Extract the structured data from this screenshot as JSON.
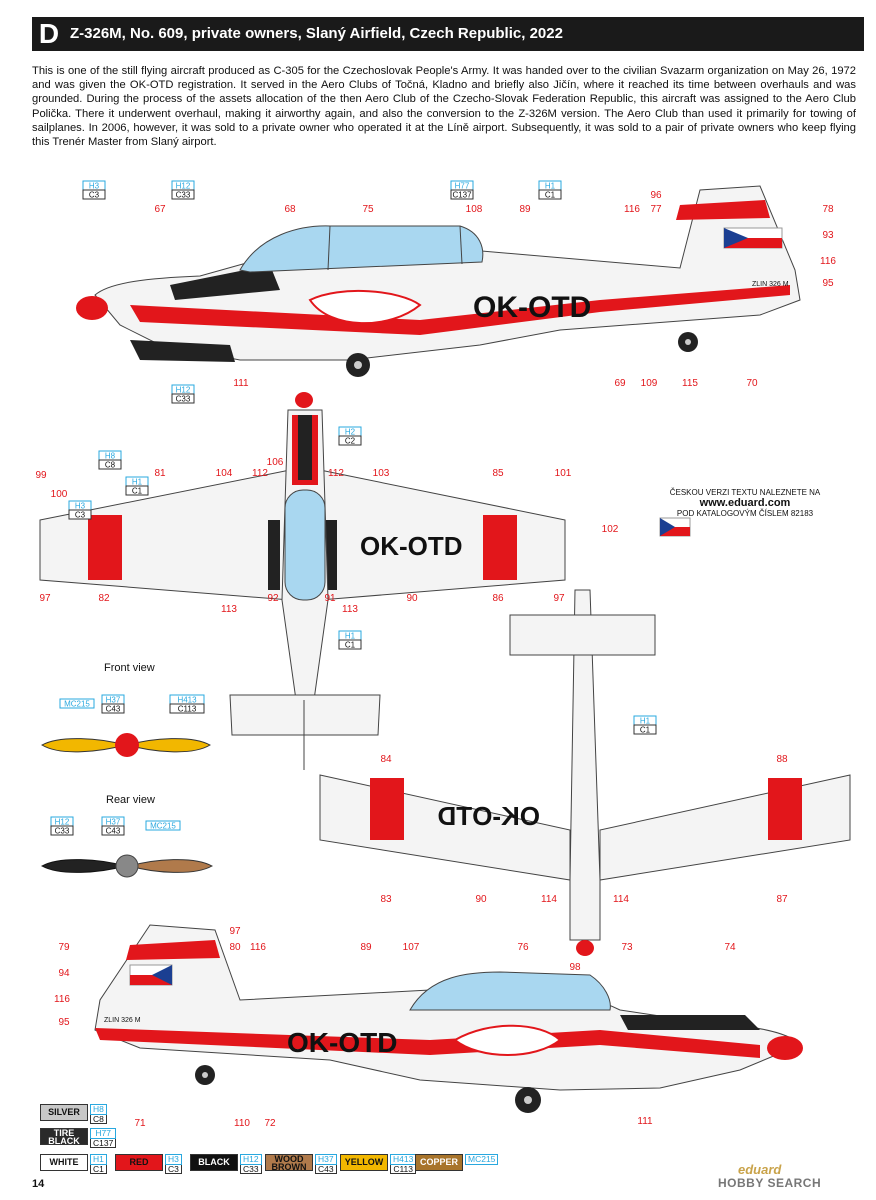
{
  "header": {
    "letter": "D",
    "title": "Z-326M, No. 609, private owners, Slaný Airfield, Czech Republic, 2022"
  },
  "description": "This is one of the still flying aircraft produced as C-305 for the Czechoslovak People's Army. It was handed over to the civilian Svazarm organization on May 26, 1972 and was given the OK-OTD registration. It served in the Aero Clubs of Točná, Kladno and briefly also Jičín, where it reached its time between overhauls and was grounded. During the process of the assets allocation of the then Aero Club of the Czecho-Slovak Federation Republic, this aircraft was assigned to the Aero Club Polička. There it underwent overhaul, making it airworthy again, and also the conversion to the Z-326M version. The Aero Club than used it primarily for towing of sailplanes. In 2006, however, it was sold to a private owner who operated it at the Líně airport. Subsequently, it was sold to a pair of private owners who keep flying this Trenér Master from Slaný airport.",
  "registration": "OK-OTD",
  "registration_mirror": "OK-OTD",
  "tail_text": "ZLIN 326 M",
  "czech_note": {
    "line1": "ČESKOU VERZI TEXTU NALEZNETE NA",
    "url": "www.eduard.com",
    "line2": "POD KATALOGOVÝM ČÍSLEM 82183"
  },
  "views": {
    "front": "Front view",
    "rear": "Rear view"
  },
  "paint_codes": [
    {
      "id": "h3c3_a",
      "top": "H3",
      "bottom": "C3"
    },
    {
      "id": "h12c33_a",
      "top": "H12",
      "bottom": "C33"
    },
    {
      "id": "h77c137",
      "top": "H77",
      "bottom": "C137"
    },
    {
      "id": "h1c1_a",
      "top": "H1",
      "bottom": "C1"
    },
    {
      "id": "h12c33_b",
      "top": "H12",
      "bottom": "C33"
    },
    {
      "id": "h2c2",
      "top": "H2",
      "bottom": "C2"
    },
    {
      "id": "h8c8",
      "top": "H8",
      "bottom": "C8"
    },
    {
      "id": "h1c1_b",
      "top": "H1",
      "bottom": "C1"
    },
    {
      "id": "h3c3_b",
      "top": "H3",
      "bottom": "C3"
    },
    {
      "id": "h1c1_c",
      "top": "H1",
      "bottom": "C1"
    },
    {
      "id": "h1c1_d",
      "top": "H1",
      "bottom": "C1"
    },
    {
      "id": "mc215_a",
      "top": "MC215",
      "bottom": ""
    },
    {
      "id": "h37c43_a",
      "top": "H37",
      "bottom": "C43"
    },
    {
      "id": "h413c113",
      "top": "H413",
      "bottom": "C113"
    },
    {
      "id": "h12c33_c",
      "top": "H12",
      "bottom": "C33"
    },
    {
      "id": "h37c43_b",
      "top": "H37",
      "bottom": "C43"
    },
    {
      "id": "mc215_b",
      "top": "MC215",
      "bottom": ""
    }
  ],
  "numbers": [
    "67",
    "68",
    "75",
    "108",
    "89",
    "116",
    "96",
    "77",
    "78",
    "93",
    "116",
    "95",
    "111",
    "69",
    "109",
    "115",
    "70",
    "99",
    "100",
    "81",
    "104",
    "112",
    "106",
    "112",
    "103",
    "85",
    "101",
    "102",
    "97",
    "82",
    "113",
    "92",
    "91",
    "113",
    "90",
    "86",
    "97",
    "84",
    "88",
    "83",
    "90",
    "114",
    "114",
    "87",
    "98",
    "79",
    "97",
    "80",
    "116",
    "89",
    "107",
    "76",
    "73",
    "74",
    "94",
    "116",
    "95",
    "71",
    "110",
    "72",
    "111"
  ],
  "legend": [
    {
      "name": "SILVER",
      "h": "H8",
      "c": "C8",
      "bg": "#c8c8c8",
      "fg": "#111"
    },
    {
      "name": "TIRE BLACK",
      "h": "H77",
      "c": "C137",
      "bg": "#2a2a2a",
      "fg": "#fff"
    },
    {
      "name": "WHITE",
      "h": "H1",
      "c": "C1",
      "bg": "#ffffff",
      "fg": "#111"
    },
    {
      "name": "RED",
      "h": "H3",
      "c": "C3",
      "bg": "#e2161b",
      "fg": "#111"
    },
    {
      "name": "BLACK",
      "h": "H12",
      "c": "C33",
      "bg": "#111111",
      "fg": "#fff"
    },
    {
      "name": "WOOD BROWN",
      "h": "H37",
      "c": "C43",
      "bg": "#b07a4b",
      "fg": "#111"
    },
    {
      "name": "YELLOW",
      "h": "H413",
      "c": "C113",
      "bg": "#f2b700",
      "fg": "#111"
    },
    {
      "name": "COPPER",
      "h": "MC215",
      "c": "",
      "bg": "#a8742b",
      "fg": "#fff"
    }
  ],
  "colors": {
    "red": "#e2161b",
    "canopy": "#a9d7f0",
    "cyan": "#29a8df",
    "black": "#111111"
  },
  "page_number": "14",
  "watermark": {
    "a": "eduard",
    "b": "HOBBY SEARCH"
  }
}
